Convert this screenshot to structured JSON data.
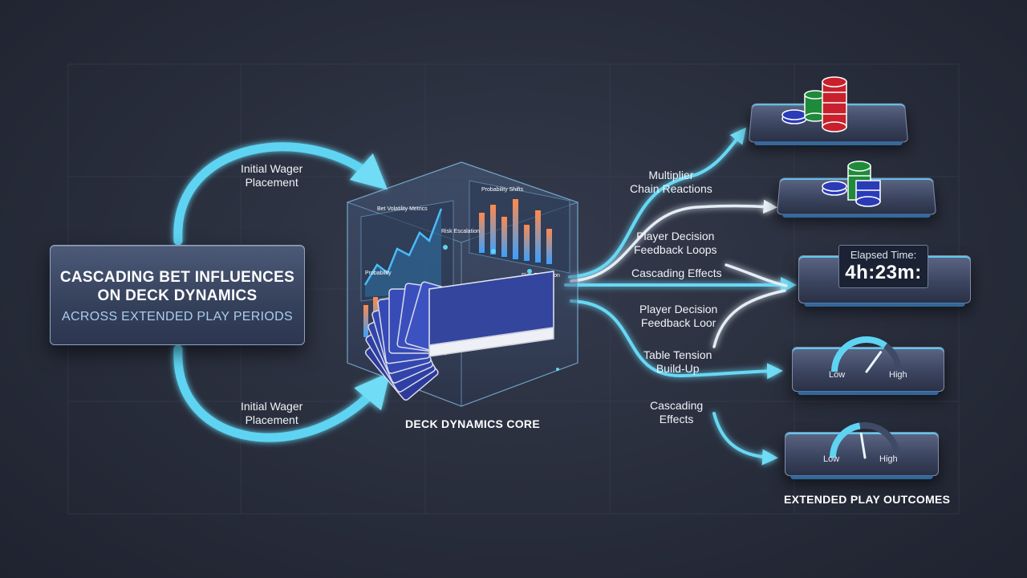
{
  "title": {
    "line1": "CASCADING BET INFLUENCES",
    "line2": "ON DECK DYNAMICS",
    "line3": "ACROSS EXTENDED PLAY PERIODS"
  },
  "left_flows": {
    "top": [
      "Initial Wager",
      "Placement"
    ],
    "bottom": [
      "Initial Wager",
      "Placement"
    ]
  },
  "core": {
    "caption": "DECK DYNAMICS CORE",
    "panel_labels": [
      "Bet Volatility Metrics",
      "Probability Shifts",
      "Risk Escalation",
      "Risk Escalation",
      "Probability"
    ]
  },
  "flow_labels": [
    [
      "Multiplier",
      "Chain Reactions"
    ],
    [
      "Player Decision",
      "Feedback Loops"
    ],
    [
      "Cascading Effects"
    ],
    [
      "Player Decision",
      "Feedback Loor"
    ],
    [
      "Table Tension",
      "Build-Up"
    ],
    [
      "Cascading",
      "Effects"
    ]
  ],
  "outcomes": {
    "caption": "EXTENDED PLAY OUTCOMES",
    "timer_label": "Elapsed Time:",
    "timer_value": "4h:23m:",
    "gauge1": {
      "low": "Low",
      "high": "High",
      "level": 0.7
    },
    "gauge2": {
      "low": "Low",
      "high": "High",
      "level": 0.45
    }
  },
  "colors": {
    "accent": "#5fd4f2",
    "chip_red": "#c8202c",
    "chip_blue": "#2a3bb8",
    "chip_green": "#1f8a3a",
    "card_back": "#2c3a9a"
  }
}
